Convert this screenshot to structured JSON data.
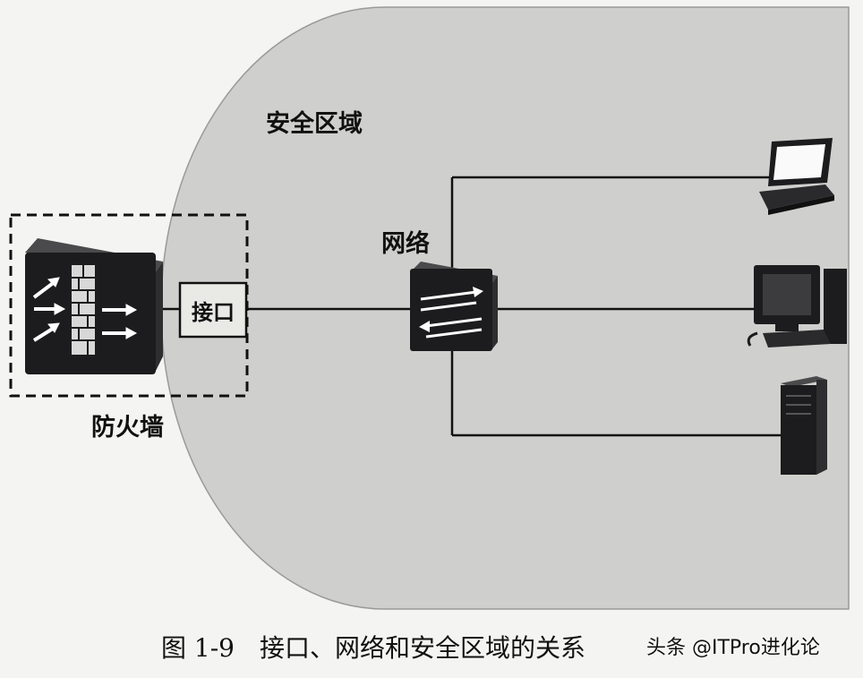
{
  "labels": {
    "security_zone": "安全区域",
    "network": "网络",
    "interface": "接口",
    "firewall": "防火墙"
  },
  "caption": {
    "number": "图 1-9",
    "text": "接口、网络和安全区域的关系"
  },
  "watermark": "头条 @ITPro进化论",
  "icons": [
    "firewall-icon",
    "switch-icon",
    "laptop-icon",
    "desktop-computer-icon",
    "server-tower-icon"
  ],
  "colors": {
    "zone_fill": "#cfcfcd",
    "device_dark": "#1c1c1e",
    "line": "#111111"
  }
}
